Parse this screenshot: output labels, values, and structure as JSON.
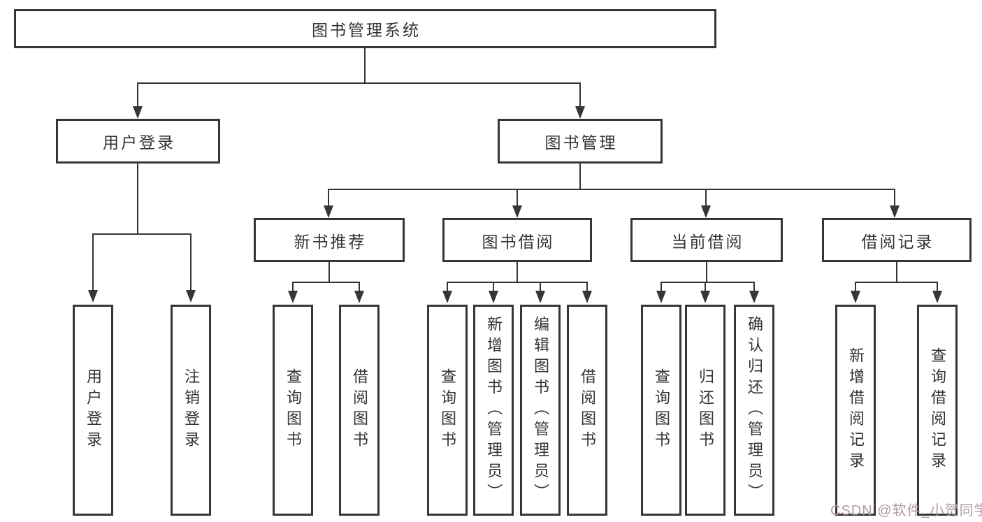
{
  "diagram": {
    "line_color": "#363636",
    "text_color": "#333333",
    "background": "#ffffff",
    "nodes": {
      "root": "图书管理系统",
      "level2": [
        "用户登录",
        "图书管理"
      ],
      "level3": [
        "新书推荐",
        "图书借阅",
        "当前借阅",
        "借阅记录"
      ],
      "leaves": [
        "用户登录",
        "注销登录",
        "查询图书",
        "借阅图书",
        "查询图书",
        "新增图书（管理员）",
        "编辑图书（管理员）",
        "借阅图书",
        "查询图书",
        "归还图书",
        "确认归还（管理员）",
        "新增借阅记录",
        "查询借阅记录"
      ]
    },
    "edges": {
      "root_children": [
        "用户登录",
        "图书管理"
      ],
      "用户登录_children": [
        "用户登录",
        "注销登录"
      ],
      "图书管理_children": [
        "新书推荐",
        "图书借阅",
        "当前借阅",
        "借阅记录"
      ],
      "新书推荐_children": [
        "查询图书",
        "借阅图书"
      ],
      "图书借阅_children": [
        "查询图书",
        "新增图书（管理员）",
        "编辑图书（管理员）",
        "借阅图书"
      ],
      "当前借阅_children": [
        "查询图书",
        "归还图书",
        "确认归还（管理员）"
      ],
      "借阅记录_children": [
        "新增借阅记录",
        "查询借阅记录"
      ]
    },
    "watermark": {
      "text": "CSDN @软件_小贺同学",
      "color": "#b09c9c"
    }
  }
}
